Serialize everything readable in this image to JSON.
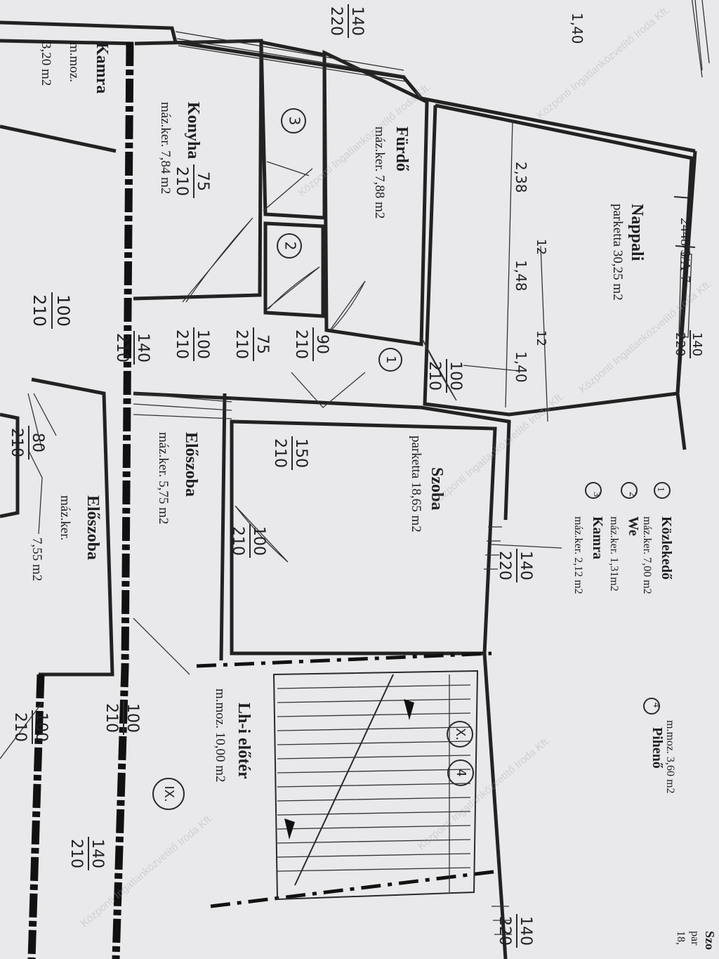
{
  "rooms": {
    "nappali": {
      "name": "Nappali",
      "floor": "parketta 30,25 m2",
      "ref": "2448/3/A-7"
    },
    "furdo": {
      "name": "Fürdő",
      "floor": "máz.ker. 7,88 m2"
    },
    "konyha": {
      "name": "Konyha",
      "floor": "máz.ker. 7,84 m2"
    },
    "kamra_left": {
      "name": "Kamra",
      "floor": "m.moz.",
      "area": "3,20 m2"
    },
    "szoba": {
      "name": "Szoba",
      "floor": "parketta 18,65 m2"
    },
    "eloszoba1": {
      "name": "Előszoba",
      "floor": "máz.ker. 5,75 m2"
    },
    "eloszoba2": {
      "name": "Előszoba",
      "floor": "máz.ker.",
      "area": "7,55 m2"
    },
    "lhi": {
      "name": "Lh-i előtér",
      "floor": "m.moz. 10,00 m2"
    }
  },
  "legend": {
    "items": [
      {
        "num": "1",
        "name": "Közlekedő",
        "floor": "máz.ker. 7,00 m2"
      },
      {
        "num": "2",
        "name": "We",
        "floor": "máz.ker. 1,31m2"
      },
      {
        "num": "3",
        "name": "Kamra",
        "floor": "máz.ker. 2,12 m2"
      },
      {
        "num": "4",
        "name": "Pihenő",
        "floor": "m.moz. 3,60 m2"
      }
    ]
  },
  "markers": {
    "c1": "1",
    "c2": "2",
    "c3": "3",
    "x": "X.",
    "four": "4",
    "ix": "IX."
  },
  "door_dims": {
    "d_100_210_a": {
      "w": "100",
      "h": "210"
    },
    "d_75_210_a": {
      "w": "75",
      "h": "210"
    },
    "d_100_210_b": {
      "w": "100",
      "h": "210"
    },
    "d_140_210": {
      "w": "140",
      "h": "210"
    },
    "d_75_210_b": {
      "w": "75",
      "h": "210"
    },
    "d_90_210": {
      "w": "90",
      "h": "210"
    },
    "d_100_210_c": {
      "w": "100",
      "h": "210"
    },
    "d_150_210": {
      "w": "150",
      "h": "210"
    },
    "d_80_210": {
      "w": "80",
      "h": "210"
    },
    "d_100_210_d": {
      "w": "100",
      "h": "210"
    },
    "d_100_210_e": {
      "w": "100",
      "h": "210"
    },
    "d_100_210_f": {
      "w": "100",
      "h": "210"
    },
    "d_140_210_b": {
      "w": "140",
      "h": "210"
    }
  },
  "window_dims": {
    "w_top": {
      "w": "140",
      "h": "220"
    },
    "w_szoba": {
      "w": "140",
      "h": "220"
    },
    "w_nappali": {
      "w": "140",
      "h": "220"
    },
    "w_bottom": {
      "w": "140",
      "h": "220"
    },
    "top_right": "1,40"
  },
  "nappali_dims": {
    "a": "2,38",
    "b": "12",
    "c": "1,48",
    "d": "12",
    "e": "1,40"
  },
  "edge_text": {
    "szo": "Szo",
    "par": "par",
    "num18": "18,"
  },
  "watermark": "Központi Ingatlanközvetítő Iroda Kft."
}
